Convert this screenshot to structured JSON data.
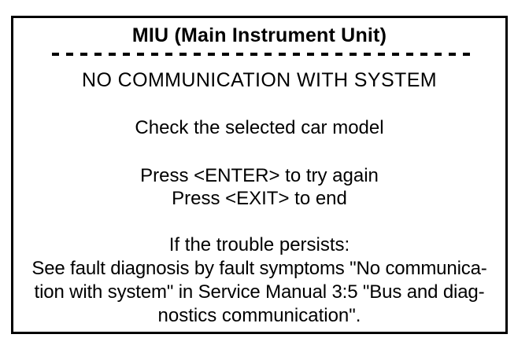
{
  "panel": {
    "title": "MIU (Main Instrument Unit)",
    "separator": "dashed-rule",
    "status": "NO COMMUNICATION WITH SYSTEM",
    "instruction": "Check the selected car model",
    "key_prompts": [
      "Press <ENTER> to try again",
      "Press <EXIT> to end"
    ],
    "trouble": {
      "heading": "If the trouble persists:",
      "reference_lines": [
        "See fault diagnosis by fault symptoms \"No communica-",
        "tion with system\" in Service Manual 3:5 \"Bus and diag-",
        "nostics communication\"."
      ]
    }
  },
  "colors": {
    "ink": "#000000",
    "background": "#ffffff",
    "border": "#000000"
  }
}
